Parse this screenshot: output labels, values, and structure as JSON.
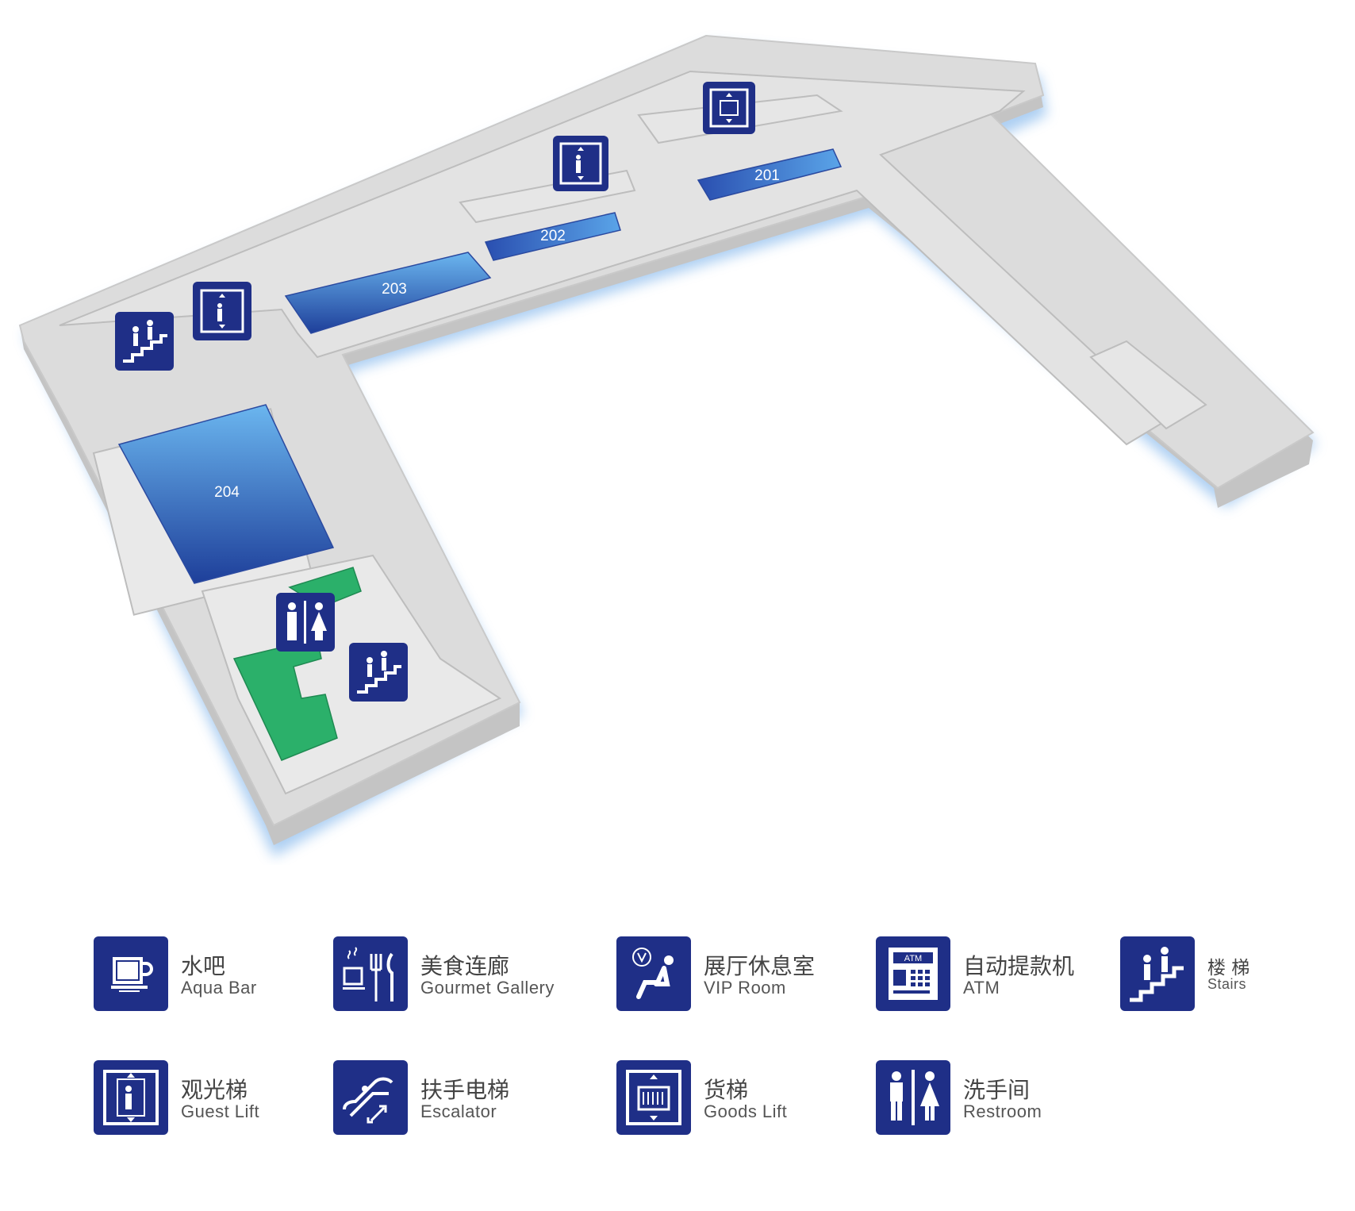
{
  "map": {
    "rooms": [
      {
        "id": "201",
        "label": "201"
      },
      {
        "id": "202",
        "label": "202"
      },
      {
        "id": "203",
        "label": "203"
      },
      {
        "id": "204",
        "label": "204"
      }
    ],
    "markers": [
      "goods-lift-icon",
      "guest-lift-icon",
      "guest-lift-icon",
      "stairs-icon",
      "restroom-icon",
      "stairs-icon"
    ],
    "colors": {
      "floor": "#d4d4d4",
      "wall": "#e6e6e6",
      "room_blue_light": "#6bb6ef",
      "room_blue_dark": "#1e3f9a",
      "green_area": "#2bb06a",
      "icon_bg": "#1f2f87"
    }
  },
  "legend": [
    {
      "icon": "coffee-cup-icon",
      "cn": "水吧",
      "en": "Aqua Bar"
    },
    {
      "icon": "gourmet-icon",
      "cn": "美食连廊",
      "en": "Gourmet Gallery"
    },
    {
      "icon": "vip-room-icon",
      "cn": "展厅休息室",
      "en": "VIP Room"
    },
    {
      "icon": "atm-icon",
      "cn": "自动提款机",
      "en": "ATM",
      "icon_text": "ATM"
    },
    {
      "icon": "stairs-icon",
      "cn": "楼 梯",
      "en": "Stairs"
    },
    {
      "icon": "guest-lift-icon",
      "cn": "观光梯",
      "en": "Guest Lift"
    },
    {
      "icon": "escalator-icon",
      "cn": "扶手电梯",
      "en": "Escalator"
    },
    {
      "icon": "goods-lift-icon",
      "cn": "货梯",
      "en": "Goods Lift"
    },
    {
      "icon": "restroom-icon",
      "cn": "洗手间",
      "en": "Restroom"
    }
  ]
}
